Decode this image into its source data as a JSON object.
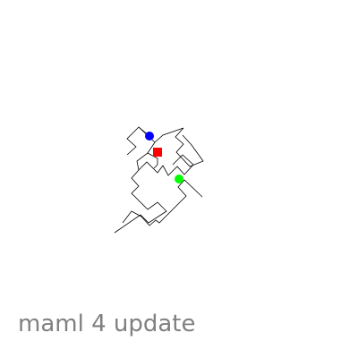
{
  "caption": "maml 4 update",
  "colors": {
    "trajectory": "#000000",
    "start_marker": "#0000ff",
    "current_marker": "#00ff00",
    "goal_marker": "#ff0000",
    "caption": "#808080"
  },
  "markers": {
    "start": "blue-circle",
    "current": "green-circle",
    "goal": "red-square"
  }
}
